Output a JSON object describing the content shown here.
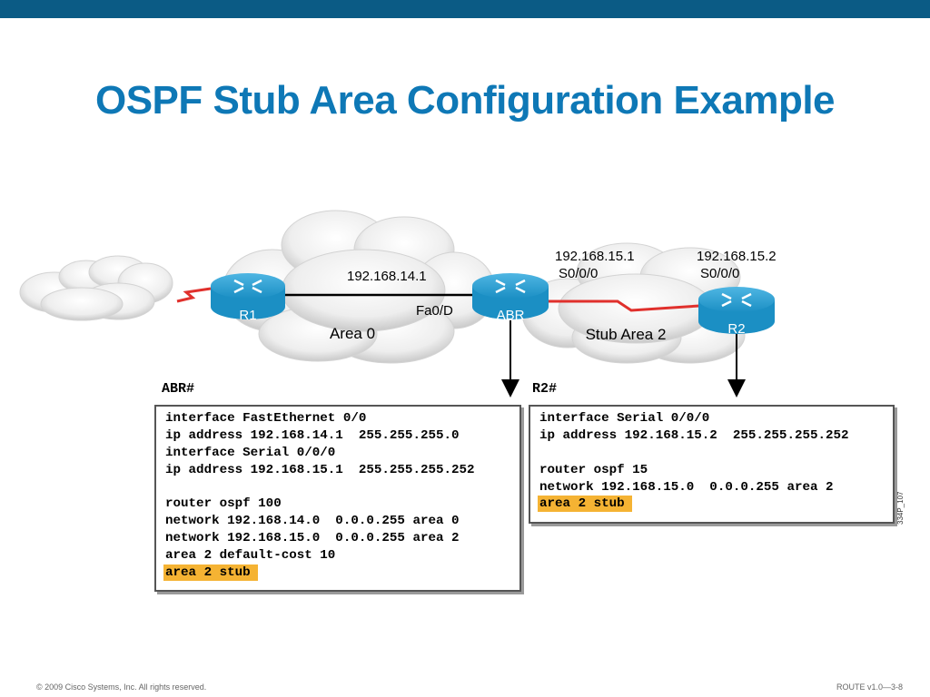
{
  "title": "OSPF Stub Area Configuration Example",
  "diagram": {
    "routers": {
      "r1": "R1",
      "abr": "ABR",
      "r2": "R2"
    },
    "areas": {
      "area0": "Area 0",
      "stub": "Stub Area 2"
    },
    "links": {
      "r1_abr_ip": "192.168.14.1",
      "abr_fa": "Fa0/D",
      "abr_serial_ip": "192.168.15.1",
      "abr_serial_if": "S0/0/0",
      "r2_serial_ip": "192.168.15.2",
      "r2_serial_if": "S0/0/0"
    },
    "colors": {
      "router": "#1b8fc4",
      "wan_link": "#e0302c",
      "highlight": "#f5b333",
      "title": "#0e78b6"
    }
  },
  "abr_config": {
    "prompt": "ABR#",
    "lines": [
      "interface FastEthernet 0/0",
      "ip address 192.168.14.1  255.255.255.0",
      "interface Serial 0/0/0",
      "ip address 192.168.15.1  255.255.255.252",
      "",
      "router ospf 100",
      "network 192.168.14.0  0.0.0.255 area 0",
      "network 192.168.15.0  0.0.0.255 area 2",
      "area 2 default-cost 10"
    ],
    "highlight": "area 2 stub"
  },
  "r2_config": {
    "prompt": "R2#",
    "lines": [
      "interface Serial 0/0/0",
      "ip address 192.168.15.2  255.255.255.252",
      "",
      "router ospf 15",
      "network 192.168.15.0  0.0.0.255 area 2"
    ],
    "highlight": "area 2 stub"
  },
  "side_code": "334P_107",
  "footer": {
    "copyright": "© 2009 Cisco Systems, Inc. All rights reserved.",
    "course": "ROUTE v1.0—3-8"
  }
}
